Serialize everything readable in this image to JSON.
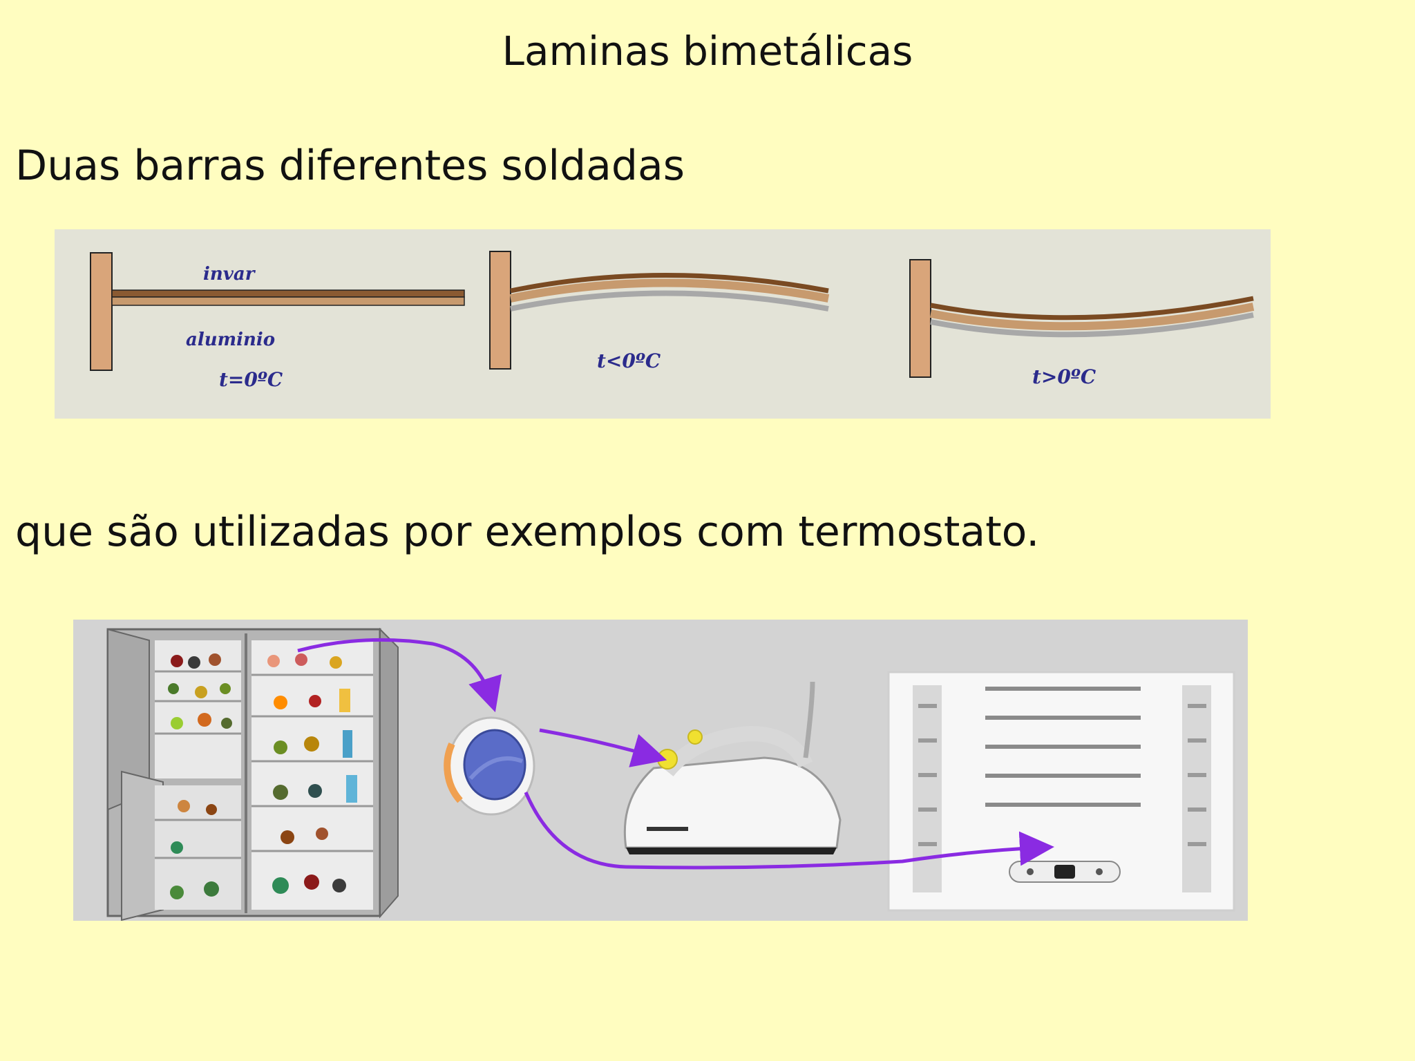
{
  "slide": {
    "title": "Laminas bimetálicas",
    "line1": "Duas barras diferentes soldadas",
    "line2": "que são utilizadas por exemplos com termostato."
  },
  "diagram": {
    "invar_label": "invar",
    "aluminio_label": "aluminio",
    "t_equal_label": "t=0ºC",
    "t_less_label": "t<0ºC",
    "t_greater_label": "t>0ºC"
  },
  "appliances": {
    "icons": [
      "refrigerator-icon",
      "thermostat-icon",
      "iron-icon",
      "air-conditioner-icon"
    ],
    "arrow_color": "#8a2be2"
  },
  "colors": {
    "background": "#fffdc0",
    "diagram_panel": "#e3e3d7",
    "image_panel": "#d3d3d3",
    "label_blue": "#2b2b8c",
    "wood": "#d9a57a"
  }
}
